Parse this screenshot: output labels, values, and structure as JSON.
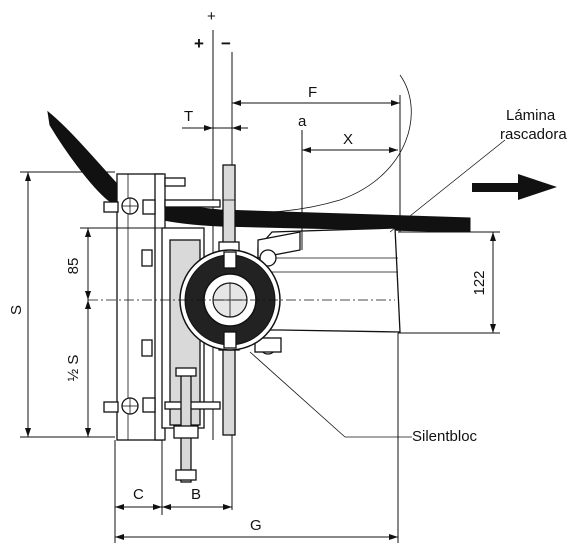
{
  "labels": {
    "plus_top": "+",
    "plus": "+",
    "minus": "−",
    "T": "T",
    "F": "F",
    "a": "a",
    "X": "X",
    "lamina": "Lámina",
    "rascadora": "rascadora",
    "S": "S",
    "dim_85": "85",
    "half_S": "½ S",
    "dim_122": "122",
    "silentbloc": "Silentbloc",
    "C": "C",
    "B": "B",
    "G": "G"
  },
  "colors": {
    "ink": "#111111",
    "belt": "#111111",
    "background": "#ffffff"
  },
  "icons": {
    "direction": "arrow-right-icon"
  }
}
